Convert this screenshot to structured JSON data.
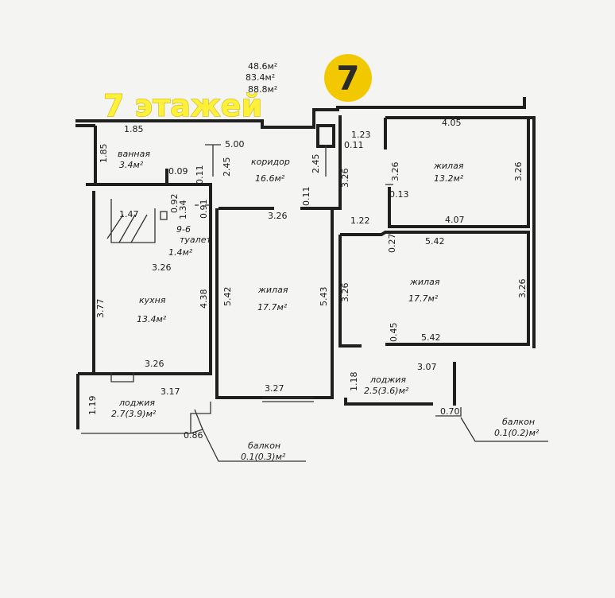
{
  "banner": {
    "text": "7 этажей",
    "badge": "7",
    "badge_color": "#f2c900"
  },
  "totals": {
    "line1": "48.6м²",
    "line2": "83.4м²",
    "line3": "88.8м²"
  },
  "rooms": {
    "bath": {
      "name": "ванная",
      "area": "3.4м²"
    },
    "corridor": {
      "name": "коридор",
      "area": "16.6м²"
    },
    "living_ne": {
      "name": "жилая",
      "area": "13.2м²"
    },
    "toilet": {
      "id": "9-6",
      "name": "туалет",
      "area": "1.4м²"
    },
    "kitchen": {
      "name": "кухня",
      "area": "13.4м²"
    },
    "living_c": {
      "name": "жилая",
      "area": "17.7м²"
    },
    "living_e": {
      "name": "жилая",
      "area": "17.7м²"
    },
    "loggia_w": {
      "name": "лоджия",
      "area": "2.7(3.9)м²"
    },
    "loggia_e": {
      "name": "лоджия",
      "area": "2.5(3.6)м²"
    },
    "balcony_s": {
      "name": "балкон",
      "area": "0.1(0.3)м²"
    },
    "balcony_e": {
      "name": "балкон",
      "area": "0.1(0.2)м²"
    }
  },
  "dims": {
    "d185a": "1.85",
    "d185b": "1.85",
    "d500": "5.00",
    "d245a": "2.45",
    "d245b": "2.45",
    "d123": "1.23",
    "d011a": "0.11",
    "d405": "4.05",
    "d326a": "3.26",
    "d326b": "3.26",
    "d326c": "3.26",
    "d009": "0.09",
    "d011b": "0.11",
    "d092": "0.92",
    "d147": "1.47",
    "d134": "1.34",
    "d091": "0.91",
    "d326d": "3.26",
    "d011c": "0.11",
    "d013": "0.13",
    "d407": "4.07",
    "d122": "1.22",
    "d027": "0.27",
    "d542a": "5.42",
    "d326e": "3.26",
    "d377": "3.77",
    "d438": "4.38",
    "d542b": "5.42",
    "d543": "5.43",
    "d326f": "3.26",
    "d326g": "3.26",
    "d045": "0.45",
    "d542c": "5.42",
    "d326h": "3.26",
    "d307": "3.07",
    "d317": "3.17",
    "d327": "3.27",
    "d118": "1.18",
    "d119": "1.19",
    "d070": "0.70",
    "d086": "0.86"
  }
}
